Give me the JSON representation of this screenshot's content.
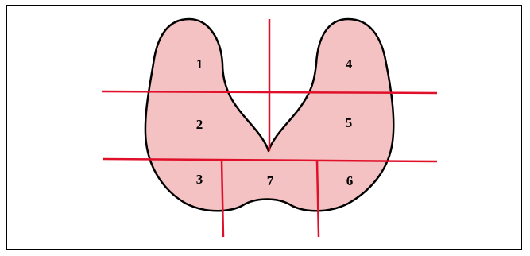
{
  "diagram": {
    "regions": [
      {
        "id": "region-1",
        "label": "1"
      },
      {
        "id": "region-2",
        "label": "2"
      },
      {
        "id": "region-3",
        "label": "3"
      },
      {
        "id": "region-4",
        "label": "4"
      },
      {
        "id": "region-5",
        "label": "5"
      },
      {
        "id": "region-6",
        "label": "6"
      },
      {
        "id": "region-7",
        "label": "7"
      }
    ],
    "colors": {
      "fill": "#f4c2c2",
      "outline": "#000000",
      "divider": "#e0102a"
    }
  }
}
